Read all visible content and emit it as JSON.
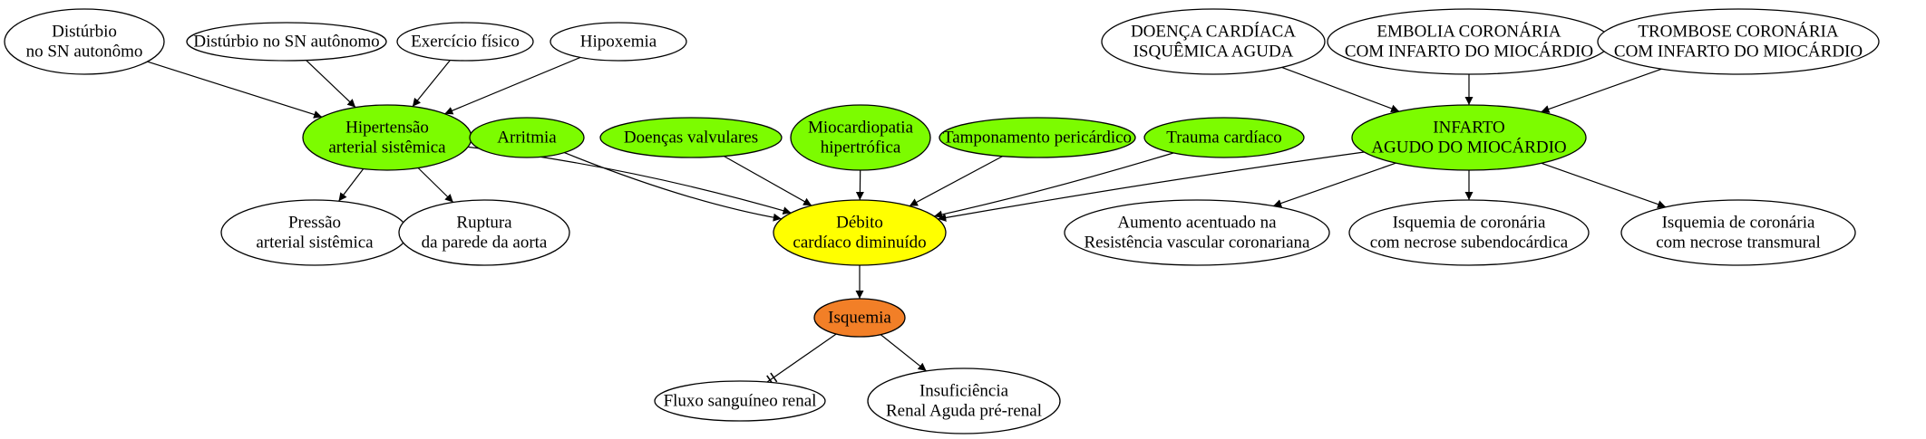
{
  "colors": {
    "green": "#7cfc00",
    "yellow": "#ffff00",
    "orange": "#f27f27",
    "white": "#ffffff"
  },
  "nodes": [
    {
      "id": "disturbio-sn-autonomo-a",
      "lines": [
        "Distúrbio",
        "no SN autonômo"
      ],
      "color": "white"
    },
    {
      "id": "disturbio-sn-autonomo-b",
      "lines": [
        "Distúrbio no SN autônomo"
      ],
      "color": "white"
    },
    {
      "id": "exercicio-fisico",
      "lines": [
        "Exercício físico"
      ],
      "color": "white"
    },
    {
      "id": "hipoxemia",
      "lines": [
        "Hipoxemia"
      ],
      "color": "white"
    },
    {
      "id": "hipertensao",
      "lines": [
        "Hipertensão",
        "arterial sistêmica"
      ],
      "color": "green"
    },
    {
      "id": "pressao",
      "lines": [
        "Pressão",
        "arterial sistêmica"
      ],
      "color": "white"
    },
    {
      "id": "ruptura",
      "lines": [
        "Ruptura",
        "da parede da aorta"
      ],
      "color": "white"
    },
    {
      "id": "arritmia",
      "lines": [
        "Arritmia"
      ],
      "color": "green"
    },
    {
      "id": "doencas-valvulares",
      "lines": [
        "Doenças valvulares"
      ],
      "color": "green"
    },
    {
      "id": "miocardiopatia",
      "lines": [
        "Miocardiopatia",
        "hipertrófica"
      ],
      "color": "green"
    },
    {
      "id": "tamponamento",
      "lines": [
        "Tamponamento pericárdico"
      ],
      "color": "green"
    },
    {
      "id": "trauma",
      "lines": [
        "Trauma cardíaco"
      ],
      "color": "green"
    },
    {
      "id": "debito",
      "lines": [
        "Débito",
        "cardíaco diminuído"
      ],
      "color": "yellow"
    },
    {
      "id": "isquemia",
      "lines": [
        "Isquemia"
      ],
      "color": "orange"
    },
    {
      "id": "fluxo",
      "lines": [
        "Fluxo sanguíneo renal"
      ],
      "color": "white"
    },
    {
      "id": "insuficiencia",
      "lines": [
        "Insuficiência",
        "Renal Aguda pré-renal"
      ],
      "color": "white"
    },
    {
      "id": "doenca-cardiaca",
      "lines": [
        "DOENÇA CARDÍACA",
        "ISQUÊMICA AGUDA"
      ],
      "color": "white"
    },
    {
      "id": "embolia",
      "lines": [
        "EMBOLIA CORONÁRIA",
        "COM INFARTO DO MIOCÁRDIO"
      ],
      "color": "white"
    },
    {
      "id": "trombose",
      "lines": [
        "TROMBOSE CORONÁRIA",
        "COM INFARTO DO MIOCÁRDIO"
      ],
      "color": "white"
    },
    {
      "id": "infarto",
      "lines": [
        "INFARTO",
        "AGUDO DO MIOCÁRDIO"
      ],
      "color": "green"
    },
    {
      "id": "aumento",
      "lines": [
        "Aumento acentuado na",
        "Resistência vascular coronariana"
      ],
      "color": "white"
    },
    {
      "id": "isquemia-subendocardica",
      "lines": [
        "Isquemia de coronária",
        "com necrose subendocárdica"
      ],
      "color": "white"
    },
    {
      "id": "isquemia-transmural",
      "lines": [
        "Isquemia de coronária",
        "com necrose transmural"
      ],
      "color": "white"
    }
  ],
  "edges": [
    {
      "from": "disturbio-sn-autonomo-a",
      "to": "hipertensao",
      "type": "arrow"
    },
    {
      "from": "disturbio-sn-autonomo-b",
      "to": "hipertensao",
      "type": "arrow"
    },
    {
      "from": "exercicio-fisico",
      "to": "hipertensao",
      "type": "arrow"
    },
    {
      "from": "hipoxemia",
      "to": "hipertensao",
      "type": "arrow"
    },
    {
      "from": "hipertensao",
      "to": "pressao",
      "type": "arrow"
    },
    {
      "from": "hipertensao",
      "to": "ruptura",
      "type": "arrow"
    },
    {
      "from": "hipertensao",
      "to": "debito",
      "type": "arrow"
    },
    {
      "from": "arritmia",
      "to": "debito",
      "type": "arrow"
    },
    {
      "from": "doencas-valvulares",
      "to": "debito",
      "type": "arrow"
    },
    {
      "from": "miocardiopatia",
      "to": "debito",
      "type": "arrow"
    },
    {
      "from": "tamponamento",
      "to": "debito",
      "type": "arrow"
    },
    {
      "from": "trauma",
      "to": "debito",
      "type": "arrow"
    },
    {
      "from": "infarto",
      "to": "debito",
      "type": "arrow"
    },
    {
      "from": "debito",
      "to": "isquemia",
      "type": "arrow"
    },
    {
      "from": "isquemia",
      "to": "fluxo",
      "type": "tee"
    },
    {
      "from": "isquemia",
      "to": "insuficiencia",
      "type": "arrow"
    },
    {
      "from": "doenca-cardiaca",
      "to": "infarto",
      "type": "arrow"
    },
    {
      "from": "embolia",
      "to": "infarto",
      "type": "arrow"
    },
    {
      "from": "trombose",
      "to": "infarto",
      "type": "arrow"
    },
    {
      "from": "infarto",
      "to": "aumento",
      "type": "arrow"
    },
    {
      "from": "infarto",
      "to": "isquemia-subendocardica",
      "type": "arrow"
    },
    {
      "from": "infarto",
      "to": "isquemia-transmural",
      "type": "arrow"
    }
  ]
}
